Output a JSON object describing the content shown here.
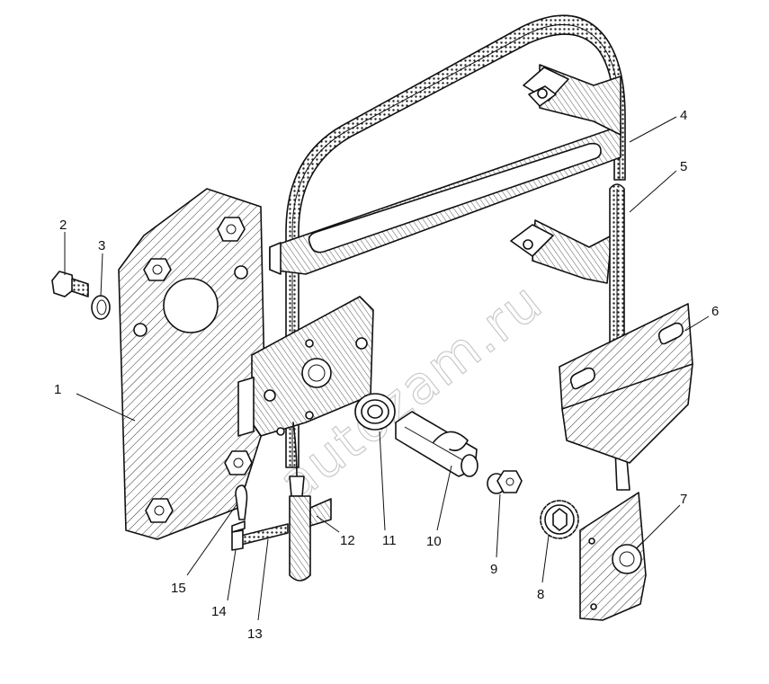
{
  "watermark": "autozam.ru",
  "callouts": [
    {
      "id": "1",
      "label": "1"
    },
    {
      "id": "2",
      "label": "2"
    },
    {
      "id": "3",
      "label": "3"
    },
    {
      "id": "4",
      "label": "4"
    },
    {
      "id": "5",
      "label": "5"
    },
    {
      "id": "6",
      "label": "6"
    },
    {
      "id": "7",
      "label": "7"
    },
    {
      "id": "8",
      "label": "8"
    },
    {
      "id": "9",
      "label": "9"
    },
    {
      "id": "10",
      "label": "10"
    },
    {
      "id": "11",
      "label": "11"
    },
    {
      "id": "12",
      "label": "12"
    },
    {
      "id": "13",
      "label": "13"
    },
    {
      "id": "14",
      "label": "14"
    },
    {
      "id": "15",
      "label": "15"
    }
  ]
}
